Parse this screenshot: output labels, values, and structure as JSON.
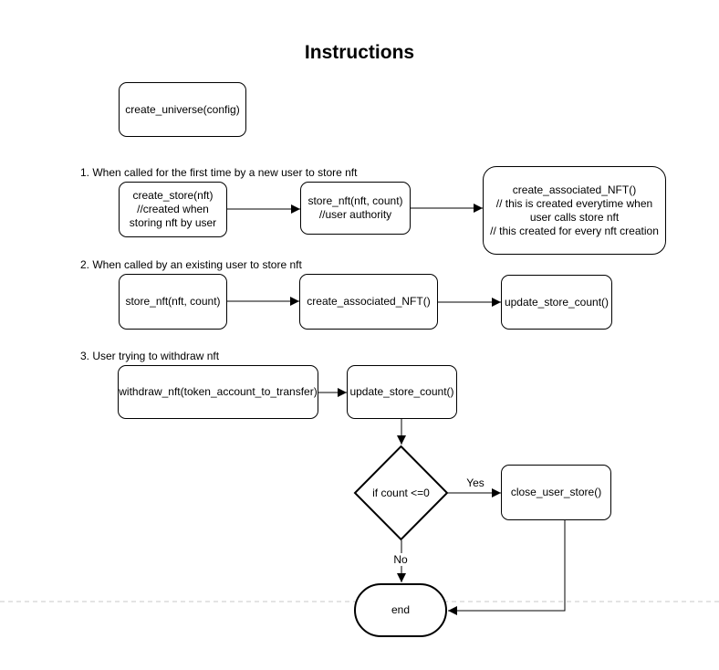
{
  "title": "Instructions",
  "sections": {
    "s1": "1. When called for the first time by a new user to store nft",
    "s2": "2. When called by an existing user to store nft",
    "s3": "3. User trying to withdraw nft"
  },
  "nodes": {
    "create_universe": {
      "lines": [
        "create_universe(config)"
      ]
    },
    "create_store": {
      "lines": [
        "create_store(nft)",
        "//created when",
        "storing nft by user"
      ]
    },
    "store_nft_first": {
      "lines": [
        "store_nft(nft, count)",
        "//user authority"
      ]
    },
    "create_associated_nft_first": {
      "lines": [
        "create_associated_NFT()",
        "// this is created everytime when",
        "user calls store nft",
        "// this created for every nft creation"
      ]
    },
    "store_nft_existing": {
      "lines": [
        "store_nft(nft, count)"
      ]
    },
    "create_associated_nft_existing": {
      "lines": [
        "create_associated_NFT()"
      ]
    },
    "update_store_count_existing": {
      "lines": [
        "update_store_count()"
      ]
    },
    "withdraw_nft": {
      "lines": [
        "withdraw_nft(token_account_to_transfer)"
      ]
    },
    "update_store_count_withdraw": {
      "lines": [
        "update_store_count()"
      ]
    },
    "decision_if_count": {
      "lines": [
        "if count <=0"
      ]
    },
    "close_user_store": {
      "lines": [
        "close_user_store()"
      ]
    },
    "end": {
      "lines": [
        "end"
      ]
    }
  },
  "edge_labels": {
    "yes": "Yes",
    "no": "No"
  },
  "colors": {
    "stroke": "#000000",
    "shape_fill": "#ffffff",
    "text": "#000000",
    "page_divider": "#c9c9c9"
  }
}
